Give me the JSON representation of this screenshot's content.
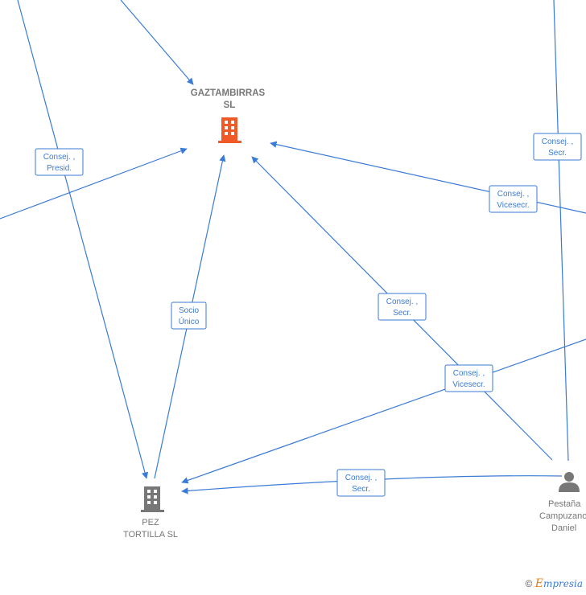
{
  "nodes": [
    {
      "id": "gaztambirras",
      "kind": "company-highlight",
      "label_lines": [
        "GAZTAMBIRRAS",
        "SL"
      ]
    },
    {
      "id": "pez_tortilla",
      "kind": "company",
      "label_lines": [
        "PEZ",
        "TORTILLA  SL"
      ]
    },
    {
      "id": "pestana",
      "kind": "person",
      "label_lines": [
        "Pestaña",
        "Campuzano",
        "Daniel"
      ]
    }
  ],
  "edges": [
    {
      "id": "e_socio",
      "label_lines": [
        "Socio",
        "Único"
      ]
    },
    {
      "id": "e_presid",
      "label_lines": [
        "Consej. ,",
        "Presid."
      ]
    },
    {
      "id": "e_secr_top_right",
      "label_lines": [
        "Consej. ,",
        "Secr."
      ]
    },
    {
      "id": "e_vicesecr_gaz",
      "label_lines": [
        "Consej. ,",
        "Vicesecr."
      ]
    },
    {
      "id": "e_secr_gaz",
      "label_lines": [
        "Consej. ,",
        "Secr."
      ]
    },
    {
      "id": "e_vicesecr_pez",
      "label_lines": [
        "Consej. ,",
        "Vicesecr."
      ]
    },
    {
      "id": "e_secr_pez",
      "label_lines": [
        "Consej. ,",
        "Secr."
      ]
    }
  ],
  "colors": {
    "edge": "#3a7bd5",
    "highlight": "#f05a28",
    "node": "#777777"
  },
  "footer": {
    "copyright": "©",
    "brand_first": "E",
    "brand_rest": "mpresia"
  }
}
